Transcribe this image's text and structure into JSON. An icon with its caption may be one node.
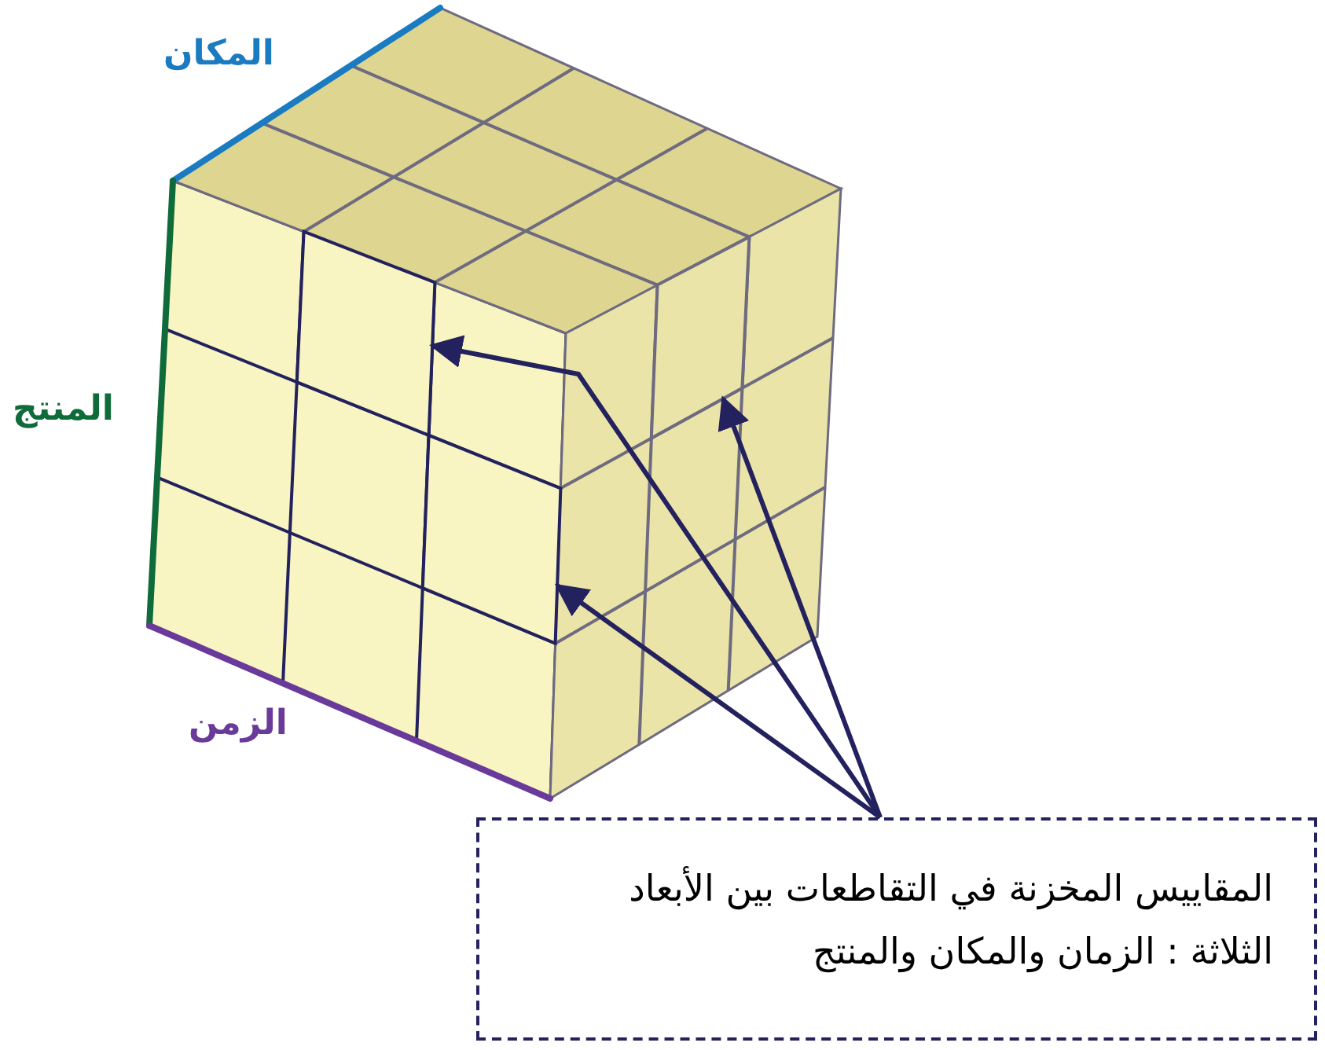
{
  "diagram": {
    "nodes": [
      {
        "text": [],
        "shape": "box"
      },
      {
        "text": [],
        "shape": "box"
      },
      {
        "text": [],
        "shape": "box"
      },
      {
        "text": [
          "المقاييس المخزنة في التقاطعات بين الأبعاد الثلاثة : الزمان والمكان والمنتج"
        ]
      }
    ],
    "edges": [
      {
        "from": 3,
        "to": 0,
        "arrow": "to"
      },
      {
        "from": 3,
        "to": 1,
        "arrow": "to"
      },
      {
        "from": 3,
        "to": 2,
        "arrow": "to"
      }
    ],
    "labels": [
      "المكان",
      "المنتج",
      "الزمن"
    ]
  }
}
